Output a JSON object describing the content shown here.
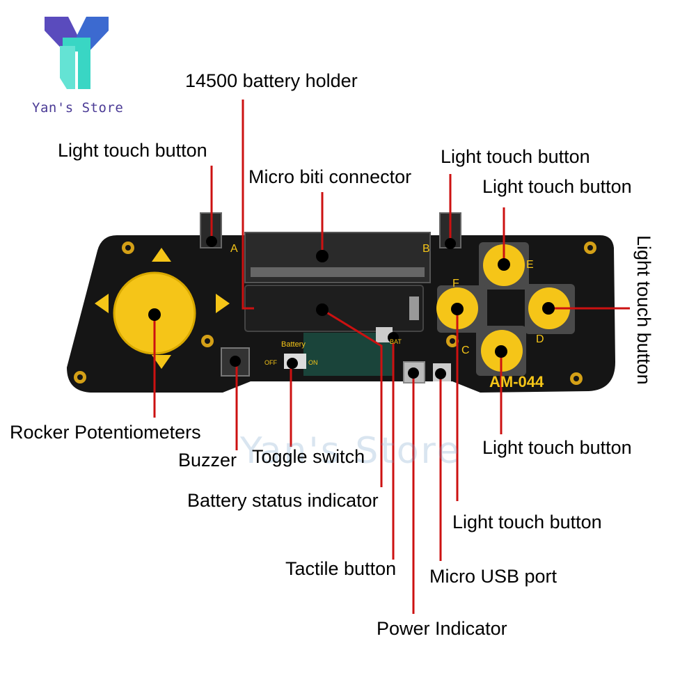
{
  "brand": {
    "name": "Yan's Store",
    "watermark": "Yan's Store",
    "colors": {
      "logo_top": "#5a4bbd",
      "logo_stem": "#39d6c4"
    }
  },
  "board": {
    "model": "AM-044",
    "colors": {
      "pcb": "#151515",
      "button": "#f5c518",
      "leader": "#cc1111"
    },
    "silkscreen": {
      "a": "A",
      "b": "B",
      "c": "C",
      "d": "D",
      "e": "E",
      "f": "F",
      "battery": "Battery",
      "off": "OFF",
      "on": "ON",
      "bat": "BAT"
    }
  },
  "callouts": {
    "battery_holder": "14500 battery holder",
    "light_touch_top_left": "Light touch button",
    "microbit_connector": "Micro biti connector",
    "light_touch_top_right": "Light touch button",
    "light_touch_e": "Light touch button",
    "light_touch_d": "Light touch button",
    "rocker": "Rocker Potentiometers",
    "buzzer": "Buzzer",
    "toggle": "Toggle switch",
    "battery_status": "Battery status indicator",
    "light_touch_c": "Light touch button",
    "light_touch_f": "Light touch button",
    "tactile": "Tactile button",
    "micro_usb": "Micro USB port",
    "power_indicator": "Power Indicator"
  }
}
